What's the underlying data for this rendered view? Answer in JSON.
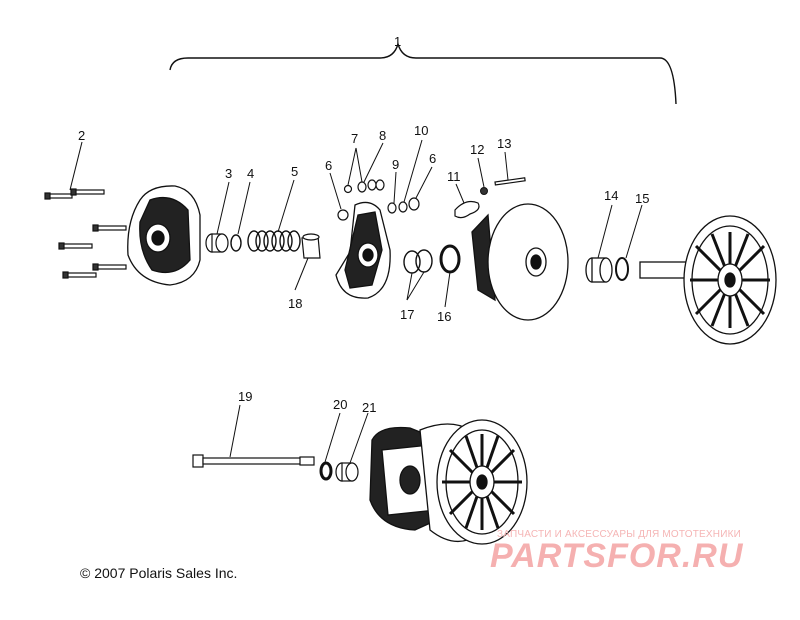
{
  "callouts": {
    "c1": "1",
    "c2": "2",
    "c3": "3",
    "c4": "4",
    "c5": "5",
    "c6a": "6",
    "c6b": "6",
    "c7": "7",
    "c8": "8",
    "c9": "9",
    "c10": "10",
    "c11": "11",
    "c12": "12",
    "c13": "13",
    "c14": "14",
    "c15": "15",
    "c16": "16",
    "c17": "17",
    "c18": "18",
    "c19": "19",
    "c20": "20",
    "c21": "21"
  },
  "footer": {
    "copyright": "© 2007 Polaris Sales Inc."
  },
  "watermark": {
    "tagline": "ЗАПЧАСТИ И АКСЕССУАРЫ ДЛЯ МОТОТЕХНИКИ",
    "logo": "PARTSFOR.RU"
  },
  "colors": {
    "line": "#111111",
    "background": "#ffffff",
    "watermark": "#f4a3a3"
  }
}
